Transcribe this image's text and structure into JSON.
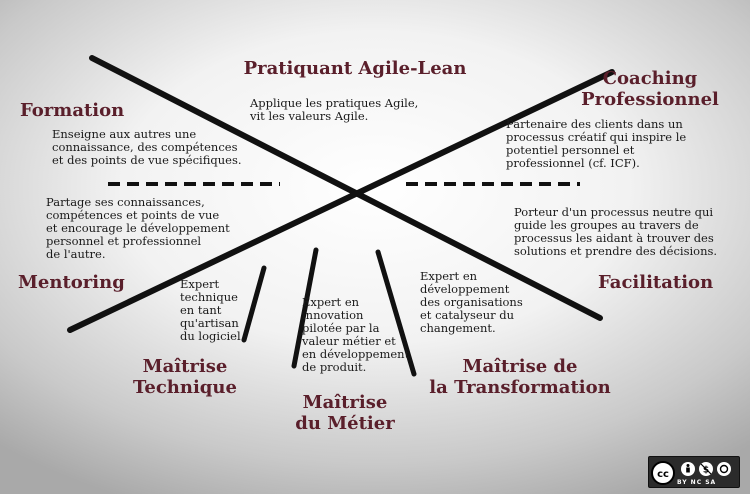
{
  "headings": {
    "pratiquant": "Pratiquant Agile-Lean",
    "coaching": [
      "Coaching",
      "Professionnel"
    ],
    "formation": "Formation",
    "mentoring": "Mentoring",
    "facilitation": "Facilitation",
    "maitrise_technique": [
      "Maîtrise",
      "Technique"
    ],
    "maitrise_metier": [
      "Maîtrise",
      "du Métier"
    ],
    "maitrise_transformation": [
      "Maîtrise de",
      "la Transformation"
    ]
  },
  "descriptions": {
    "pratiquant": [
      "Applique les pratiques Agile,",
      "vit les valeurs Agile."
    ],
    "formation": [
      "Enseigne aux autres une",
      "connaissance, des compétences",
      "et des points de vue spécifiques."
    ],
    "mentoring": [
      "Partage ses connaissances,",
      "compétences et points de vue",
      "et encourage le développement",
      "personnel et professionnel",
      "de l'autre."
    ],
    "coaching": [
      "Partenaire des clients dans un",
      "processus créatif qui inspire le",
      "potentiel personnel et",
      "professionnel (cf. ICF)."
    ],
    "facilitation": [
      "Porteur d'un processus neutre qui",
      "guide les groupes au travers de",
      "processus les aidant à trouver des",
      "solutions et prendre des décisions."
    ],
    "technique": [
      "Expert",
      "technique",
      "en tant",
      "qu'artisan",
      "du logiciel."
    ],
    "metier": [
      "Expert en",
      "innovation",
      "pilotée par la",
      "valeur métier et",
      "en développement",
      "de produit."
    ],
    "transformation": [
      "Expert en",
      "développement",
      "des organisations",
      "et catalyseur du",
      "changement."
    ]
  },
  "license": {
    "icons": [
      "cc-icon",
      "by-icon",
      "nc-icon",
      "sa-icon"
    ],
    "labels": "BY  NC  SA"
  },
  "colors": {
    "heading": "#5a1f2b",
    "line": "#111111",
    "text": "#1a1a1a"
  }
}
